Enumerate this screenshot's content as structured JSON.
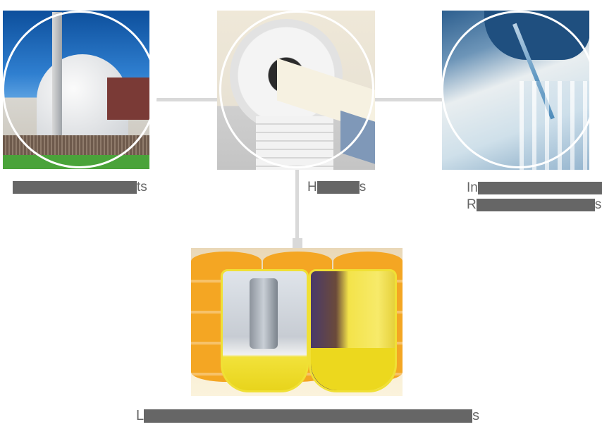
{
  "diagram": {
    "sources": [
      {
        "id": "nuclear-plants",
        "image": "nuclear-power-plant-photo",
        "label_visible_suffix": "ts",
        "label_redacted": true
      },
      {
        "id": "hospitals",
        "image": "ct-scanner-photo",
        "label_visible_prefix": "H",
        "label_visible_suffix": "s",
        "label_redacted": true
      },
      {
        "id": "industry-research",
        "image": "laboratory-pipette-test-tubes-photo",
        "label_line1_visible_prefix": "In",
        "label_line2_visible_prefix": "R",
        "label_line2_visible_suffix": "s",
        "label_redacted": true
      }
    ],
    "target": {
      "id": "waste-drums",
      "image": "radioactive-waste-drums-photo",
      "label_visible_prefix": "L",
      "label_visible_suffix": "s",
      "label_redacted": true
    },
    "colors": {
      "connector": "#d9d9d9",
      "label_text": "#666666",
      "ring": "#ffffff"
    }
  }
}
